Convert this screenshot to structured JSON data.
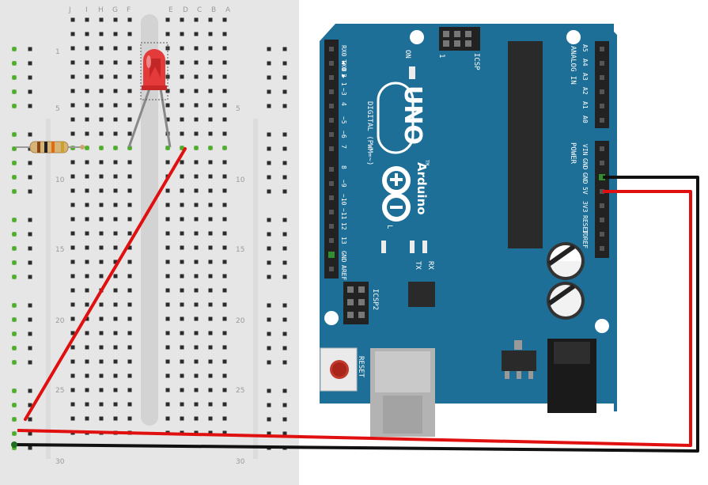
{
  "breadboard": {
    "column_letters_left": [
      "J",
      "I",
      "H",
      "G",
      "F"
    ],
    "column_letters_right": [
      "E",
      "D",
      "C",
      "B",
      "A"
    ],
    "row_numbers": [
      "1",
      "5",
      "10",
      "15",
      "20",
      "25",
      "30"
    ]
  },
  "arduino": {
    "model": "UNO",
    "brand": "Arduino",
    "tm": "TM",
    "on_label": "ON",
    "icsp_label": "ICSP",
    "icsp2_label": "ICSP2",
    "reset_label": "RESET",
    "digital_label": "DIGITAL (PWM=~)",
    "analog_label": "ANALOG IN",
    "power_label": "POWER",
    "l_label": "L",
    "tx_label": "TX",
    "rx_label": "RX",
    "pin_1_label": "1",
    "digital_pins": [
      "RX0 ◀ 0",
      "TX0 ▶ 1",
      "2",
      "~3",
      "4",
      "~5",
      "~6",
      "7",
      "8",
      "~9",
      "~10",
      "~11",
      "12",
      "13",
      "GND",
      "AREF"
    ],
    "analog_pins": [
      "A5",
      "A4",
      "A3",
      "A2",
      "A1",
      "A0"
    ],
    "power_pins": [
      "VIN",
      "GND",
      "GND",
      "5V",
      "3V3",
      "RESET",
      "IOREF"
    ]
  },
  "colors": {
    "board": "#1e6f98",
    "board_dark": "#12506f",
    "wire_red": "#e01010",
    "wire_black": "#111111",
    "breadboard_bg": "#e6e6e6",
    "led_red": "#e53a3a"
  }
}
